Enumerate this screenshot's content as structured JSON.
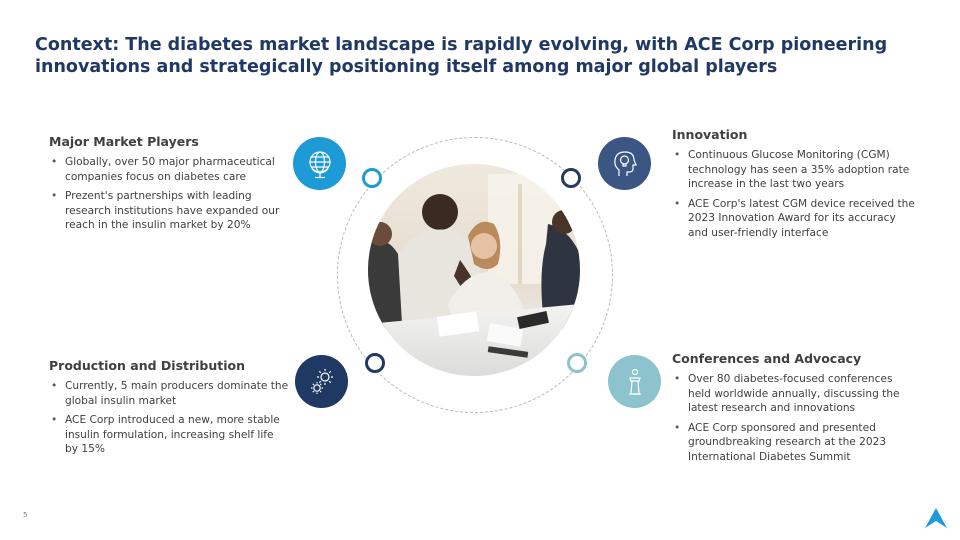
{
  "title": "Context: The diabetes market landscape is rapidly evolving, with ACE Corp pioneering innovations and strategically positioning itself among major global players",
  "sections": {
    "market": {
      "heading": "Major Market Players",
      "bullets": [
        "Globally, over 50 major pharmaceutical companies focus on diabetes care",
        "Prezent's partnerships with leading research institutions have expanded our reach in the insulin market by 20%"
      ],
      "icon": "globe-icon",
      "color": "#1e9bd7"
    },
    "production": {
      "heading": "Production and Distribution",
      "bullets": [
        "Currently, 5 main producers dominate the global insulin market",
        "ACE Corp introduced a new, more stable insulin formulation, increasing shelf life by 15%"
      ],
      "icon": "gears-icon",
      "color": "#1f3864"
    },
    "innovation": {
      "heading": "Innovation",
      "bullets": [
        "Continuous Glucose Monitoring (CGM) technology has seen a 35% adoption rate increase in the last two years",
        "ACE Corp's latest CGM device received the 2023 Innovation Award for its accuracy and user-friendly interface"
      ],
      "icon": "head-idea-icon",
      "color": "#3c5683"
    },
    "conferences": {
      "heading": "Conferences and Advocacy",
      "bullets": [
        "Over 80 diabetes-focused conferences held worldwide annually, discussing the latest research and innovations",
        "ACE Corp sponsored and presented groundbreaking research at the 2023 International Diabetes Summit"
      ],
      "icon": "podium-icon",
      "color": "#8cc3cc"
    }
  },
  "page_number": "5",
  "logo_icon": "ace-logo-icon"
}
